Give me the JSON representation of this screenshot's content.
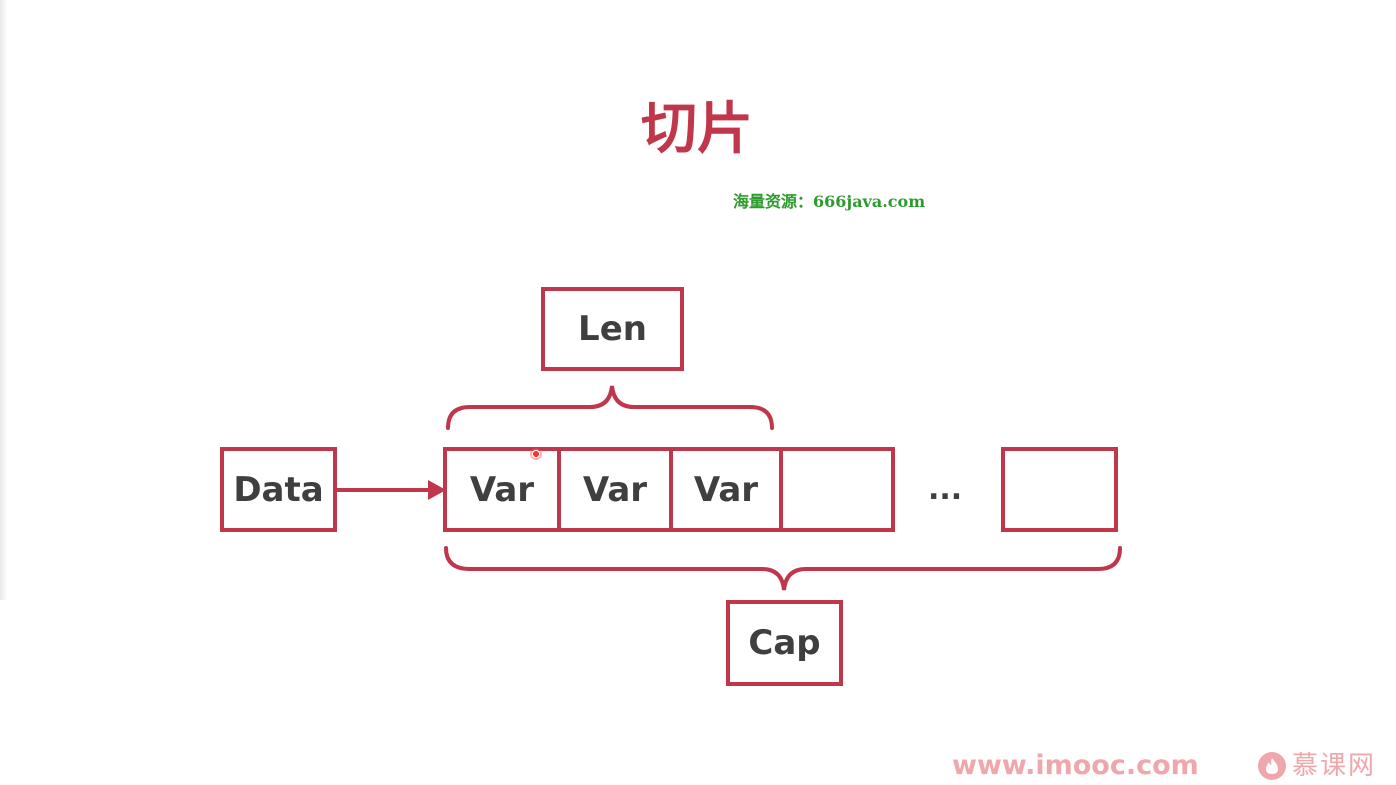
{
  "title": "切片",
  "watermark": "海量资源：666java.com",
  "diagram": {
    "data_label": "Data",
    "len_label": "Len",
    "cap_label": "Cap",
    "cells": [
      "Var",
      "Var",
      "Var",
      ""
    ],
    "ellipsis": "...",
    "last_cell": ""
  },
  "footer": {
    "url": "www.imooc.com",
    "logo_text": "慕课网"
  },
  "colors": {
    "accent": "#c0364b",
    "text": "#3f3f3f",
    "watermark": "#2e9b2e",
    "footer": "#f0a7ac"
  },
  "icons": {
    "cursor": "cursor-dot-icon",
    "logo": "imooc-logo-icon"
  }
}
